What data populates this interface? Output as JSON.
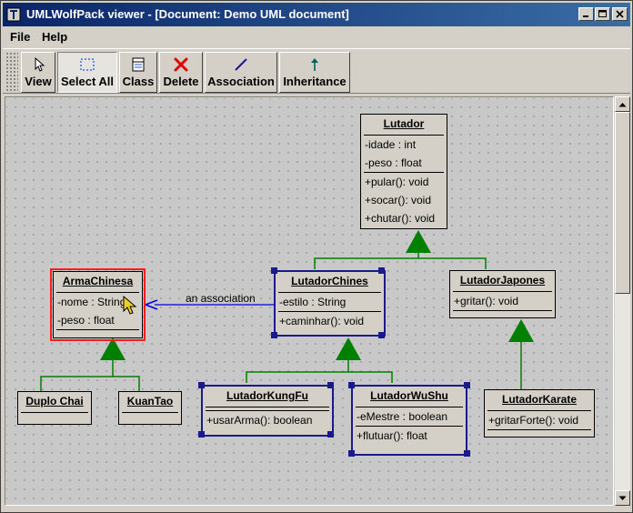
{
  "window": {
    "title": "UMLWolfPack viewer - [Document: Demo UML document]",
    "controls": [
      "minimize",
      "maximize",
      "close"
    ]
  },
  "menu": {
    "items": [
      "File",
      "Help"
    ]
  },
  "toolbar": {
    "buttons": [
      {
        "label": "View",
        "icon": "pointer-arrow-icon"
      },
      {
        "label": "Select All",
        "icon": "selection-box-icon"
      },
      {
        "label": "Class",
        "icon": "class-box-icon"
      },
      {
        "label": "Delete",
        "icon": "red-x-icon"
      },
      {
        "label": "Association",
        "icon": "line-icon"
      },
      {
        "label": "Inheritance",
        "icon": "up-arrow-icon"
      }
    ],
    "pressed": "Select All"
  },
  "diagram": {
    "classes": {
      "lutador": {
        "name": "Lutador",
        "attributes": [
          "-idade : int",
          "-peso : float"
        ],
        "methods": [
          "+pular(): void",
          "+socar(): void",
          "+chutar(): void"
        ]
      },
      "armaChinesa": {
        "name": "ArmaChinesa",
        "attributes": [
          "-nome : String",
          "-peso : float"
        ],
        "methods": []
      },
      "lutadorChines": {
        "name": "LutadorChines",
        "attributes": [
          "-estilo : String"
        ],
        "methods": [
          "+caminhar(): void"
        ]
      },
      "lutadorJapones": {
        "name": "LutadorJapones",
        "attributes": [],
        "methods": [
          "+gritar(): void"
        ]
      },
      "duploChai": {
        "name": "Duplo Chai",
        "attributes": [],
        "methods": []
      },
      "kuanTao": {
        "name": "KuanTao",
        "attributes": [],
        "methods": []
      },
      "lutadorKungFu": {
        "name": "LutadorKungFu",
        "attributes": [],
        "methods": [
          "+usarArma(): boolean"
        ]
      },
      "lutadorWuShu": {
        "name": "LutadorWuShu",
        "attributes": [
          "-eMestre : boolean"
        ],
        "methods": [
          "+flutuar(): float"
        ]
      },
      "lutadorKarate": {
        "name": "LutadorKarate",
        "attributes": [],
        "methods": [
          "+gritarForte(): void"
        ]
      }
    },
    "association_label": "an association",
    "colors": {
      "inheritance": "#008000",
      "association": "#0000e0",
      "selection": "#1a1a8c",
      "error": "#ff1e1e"
    }
  }
}
